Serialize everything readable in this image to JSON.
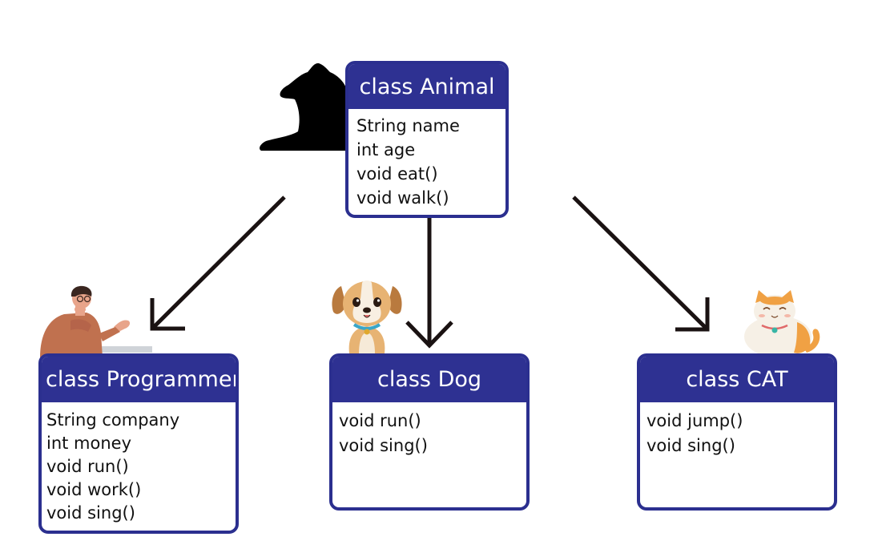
{
  "diagram": {
    "classes": [
      {
        "id": "animal",
        "title": "class Animal",
        "members": [
          "String name",
          "int age",
          "void eat()",
          "void walk()"
        ]
      },
      {
        "id": "programmer",
        "title": "class Programmer",
        "members": [
          "String company",
          "int money",
          "void run()",
          "void work()",
          "void sing()"
        ]
      },
      {
        "id": "dog",
        "title": "class Dog",
        "members": [
          "void run()",
          "void sing()"
        ]
      },
      {
        "id": "cat",
        "title": "class CAT",
        "members": [
          "void jump()",
          "void sing()"
        ]
      }
    ],
    "arrows": [
      {
        "from": "animal",
        "to": "programmer"
      },
      {
        "from": "animal",
        "to": "dog"
      },
      {
        "from": "animal",
        "to": "cat"
      }
    ],
    "illustrations": [
      "bear-silhouette-icon",
      "programmer-person-icon",
      "puppy-icon",
      "cat-icon"
    ],
    "colors": {
      "header": "#2e3192",
      "border": "#2b2f8f",
      "arrow": "#1a1212",
      "header_text": "#ffffff"
    }
  }
}
